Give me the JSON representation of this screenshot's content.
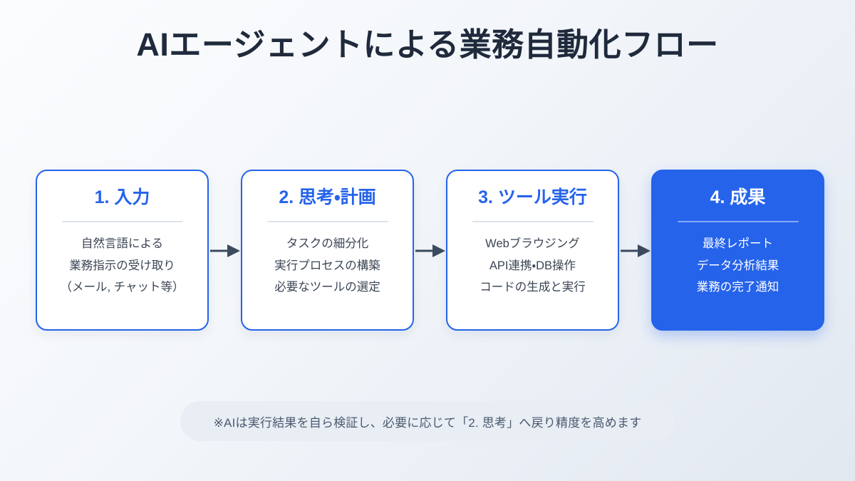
{
  "title": "AIエージェントによる業務自動化フロー",
  "colors": {
    "accent": "#2563eb",
    "title_text": "#1f2a3c",
    "body_text": "#3b4554",
    "divider": "#dde3ed",
    "arrow": "#3c4a5e",
    "note_bg": "#e9edf4",
    "note_text": "#4a5a70",
    "background_start": "#fbfcfe",
    "background_end": "#e2e8f0"
  },
  "flow": {
    "steps": [
      {
        "title": "1. 入力",
        "lines": [
          "自然言語による",
          "業務指示の受け取り",
          "（メール, チャット等）"
        ],
        "highlighted": false
      },
      {
        "title": "2. 思考・計画",
        "lines": [
          "タスクの細分化",
          "実行プロセスの構築",
          "必要なツールの選定"
        ],
        "highlighted": false
      },
      {
        "title": "3. ツール実行",
        "lines": [
          "Webブラウジング",
          "API連携・DB操作",
          "コードの生成と実行"
        ],
        "highlighted": false
      },
      {
        "title": "4. 成果",
        "lines": [
          "最終レポート",
          "データ分析結果",
          "業務の完了通知"
        ],
        "highlighted": true
      }
    ],
    "connectors": [
      "arrow-right-icon",
      "arrow-right-icon",
      "arrow-right-icon"
    ]
  },
  "note": {
    "text": "※AIは実行結果を自ら検証し、必要に応じて「2. 思考」へ戻り精度を高めます"
  }
}
